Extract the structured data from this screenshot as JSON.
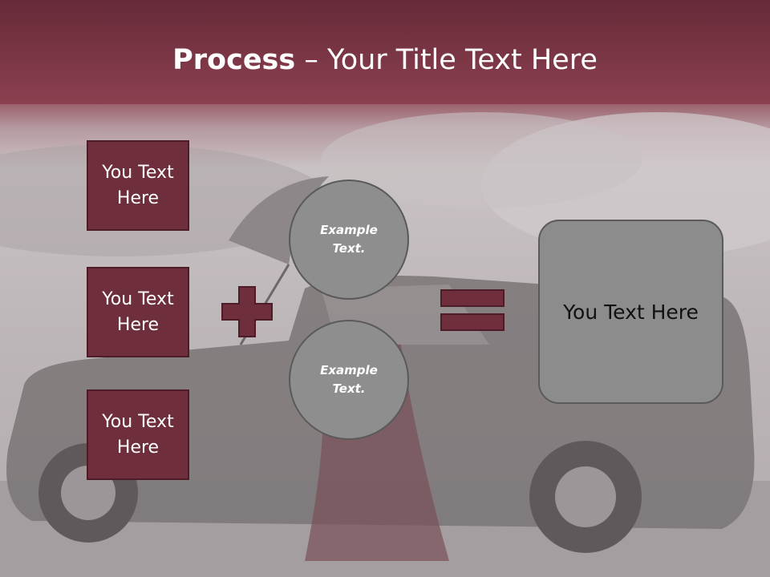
{
  "slide": {
    "title_bold": "Process",
    "title_rest": " – Your Title Text Here",
    "left_boxes": [
      "You Text Here",
      "You Text Here",
      "You Text Here"
    ],
    "circles": [
      "Example Text.",
      "Example Text."
    ],
    "result": "You Text Here"
  },
  "colors": {
    "header": "#7d3545",
    "box_fill": "#6e2e3c",
    "circle_fill": "#8e8e8e",
    "result_fill": "#8c8c8c"
  },
  "icons": [
    "plus-icon",
    "equals-icon"
  ]
}
